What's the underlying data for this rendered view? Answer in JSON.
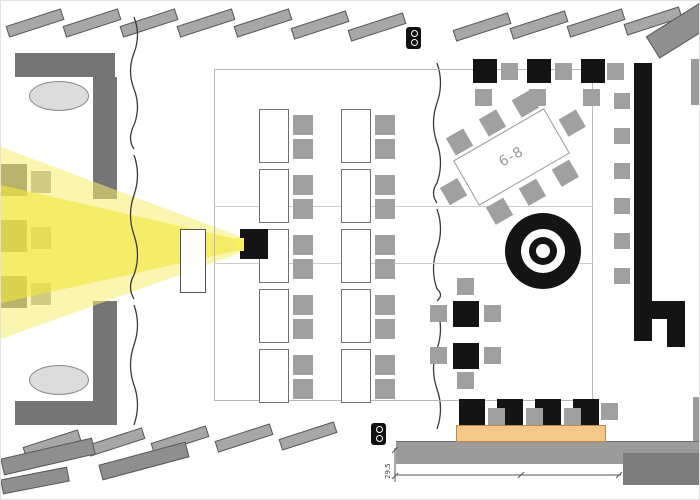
{
  "plan": {
    "kind": "event-hall floor plan"
  },
  "labels": {
    "round_table_capacity": "6-8",
    "dimension_value": "29.5"
  },
  "colors": {
    "beam_yellow": "#f2e95f",
    "counter_tan": "#f5c88a",
    "wall_gray": "#757575",
    "hatch_gray": "#a7a7a7",
    "chair_gray": "#a0a0a0",
    "ink_black": "#141414",
    "band_gray": "#9b9b9b"
  },
  "icons": {
    "top_speaker": "speaker-icon",
    "bottom_speaker": "speaker-icon",
    "projector": "projector-icon"
  }
}
